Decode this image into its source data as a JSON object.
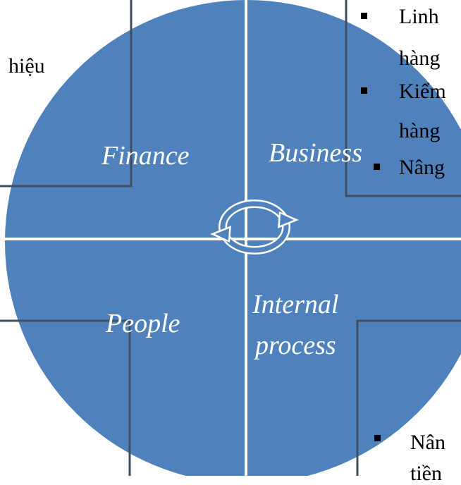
{
  "colors": {
    "circle": "#4f81bd",
    "divider": "#ffffff",
    "connector": "#404f5f"
  },
  "quadrants": {
    "finance": "Finance",
    "business": "Business",
    "people": "People",
    "internal_line1": "Internal",
    "internal_line2": "process"
  },
  "left_text": {
    "top_fragment": "hiệu"
  },
  "right_text": {
    "item1_line1": "Linh",
    "item1_line2": "hàng",
    "item2_line1": "Kiểm",
    "item2_line2": "hàng",
    "item3_line1": "Nâng"
  },
  "bottom_text": {
    "item_line1": "Nân",
    "item_line2": "tiền"
  },
  "icons": {
    "center": "cycle-arrows-icon"
  }
}
